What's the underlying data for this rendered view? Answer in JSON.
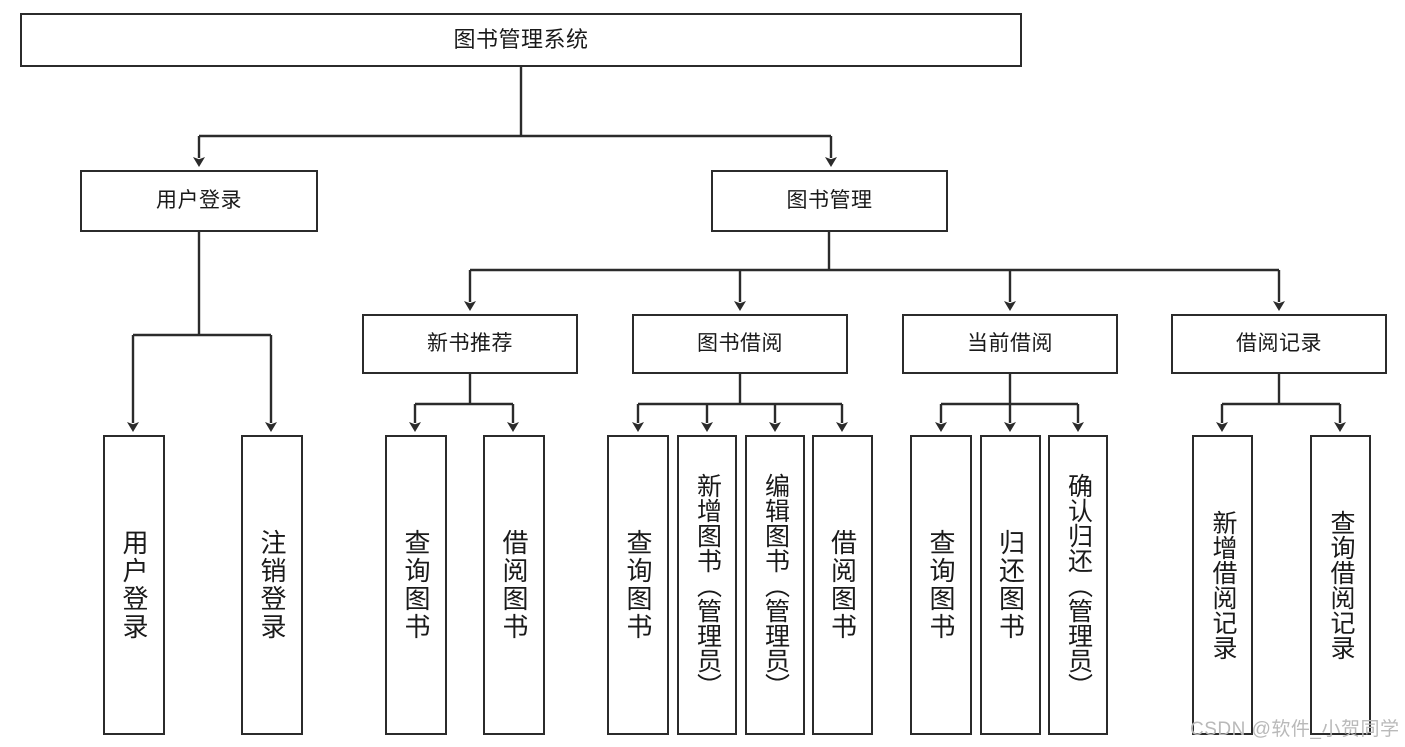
{
  "diagram": {
    "type": "tree-hierarchy-chart",
    "title": "图书管理系统",
    "line_color": "#2b2b2b",
    "box_fill": "#ffffff",
    "text_color": "#1a1a1a",
    "nodes": {
      "root": {
        "label": "图书管理系统"
      },
      "level1": [
        {
          "label": "用户登录"
        },
        {
          "label": "图书管理"
        }
      ],
      "level2": [
        {
          "label": "新书推荐"
        },
        {
          "label": "图书借阅"
        },
        {
          "label": "当前借阅"
        },
        {
          "label": "借阅记录"
        }
      ],
      "leaves": {
        "user_login": [
          {
            "label": "用户登录"
          },
          {
            "label": "注销登录"
          }
        ],
        "new_book_recommend": [
          {
            "label": "查询图书"
          },
          {
            "label": "借阅图书"
          }
        ],
        "book_borrow": [
          {
            "label": "查询图书"
          },
          {
            "label": "新增图书（管理员）"
          },
          {
            "label": "编辑图书（管理员）"
          },
          {
            "label": "借阅图书"
          }
        ],
        "current_borrow": [
          {
            "label": "查询图书"
          },
          {
            "label": "归还图书"
          },
          {
            "label": "确认归还（管理员）"
          }
        ],
        "borrow_record": [
          {
            "label": "新增借阅记录"
          },
          {
            "label": "查询借阅记录"
          }
        ]
      }
    },
    "watermark": "CSDN @软件_小贺同学"
  }
}
